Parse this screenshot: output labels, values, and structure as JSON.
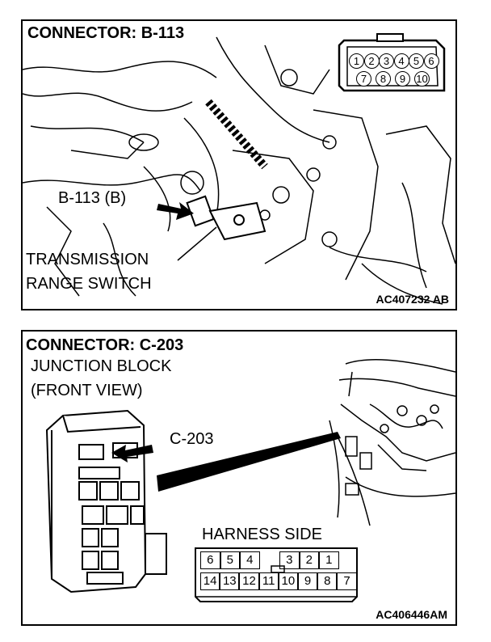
{
  "panel1": {
    "title": "CONNECTOR: B-113",
    "callout": "B-113 (B)",
    "part_line1": "TRANSMISSION",
    "part_line2": "RANGE SWITCH",
    "ref_code": "AC407232 AB",
    "pins_top": [
      "1",
      "2",
      "3",
      "4",
      "5",
      "6"
    ],
    "pins_bottom": [
      "7",
      "8",
      "9",
      "10"
    ]
  },
  "panel2": {
    "title": "CONNECTOR: C-203",
    "subtitle_line1": "JUNCTION BLOCK",
    "subtitle_line2": "(FRONT VIEW)",
    "callout": "C-203",
    "harness_label": "HARNESS SIDE",
    "ref_code": "AC406446AM",
    "pins_top": [
      "6",
      "5",
      "4",
      "",
      "3",
      "2",
      "1"
    ],
    "pins_bottom": [
      "14",
      "13",
      "12",
      "11",
      "10",
      "9",
      "8",
      "7"
    ]
  },
  "colors": {
    "line": "#000000",
    "background": "#ffffff"
  },
  "icons": [
    "connector-face-icon",
    "pointer-arrow-icon",
    "junction-block-icon"
  ]
}
